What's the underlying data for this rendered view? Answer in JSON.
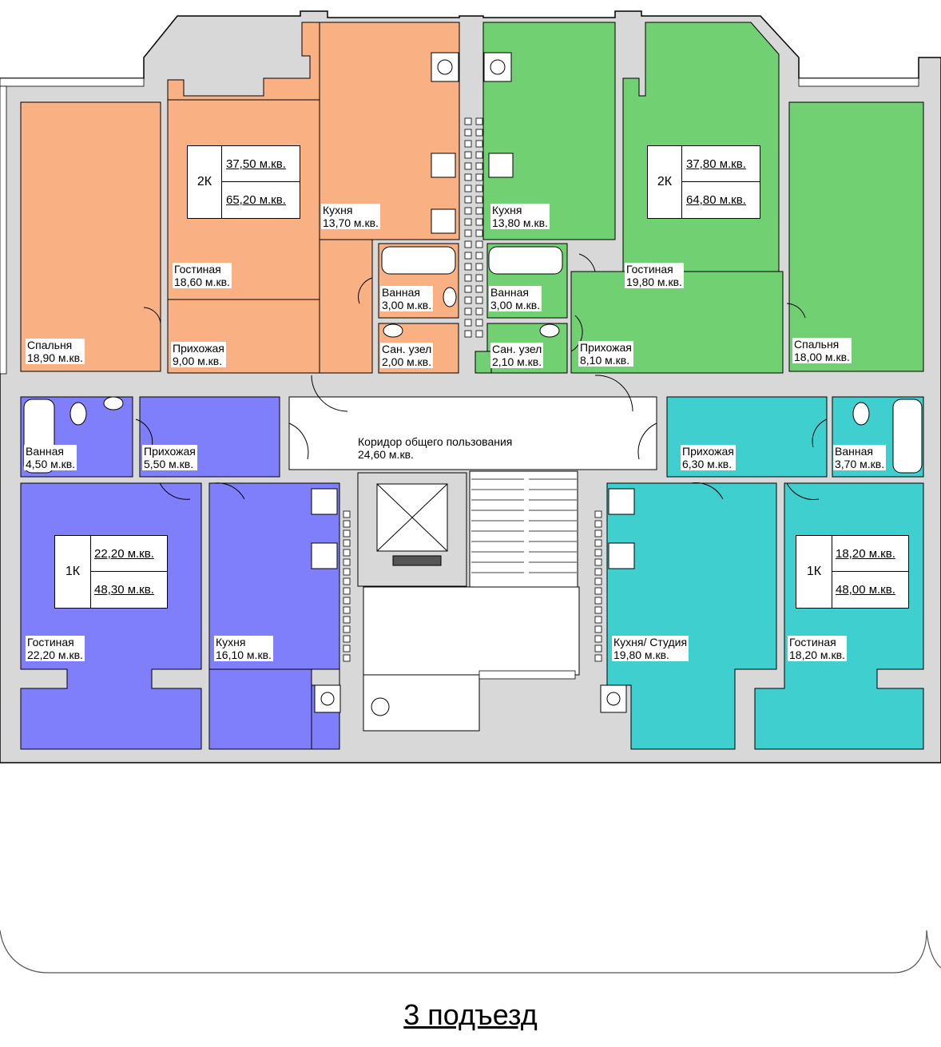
{
  "caption": "3 подъезд",
  "colors": {
    "orange": "#f9b183",
    "green": "#71d072",
    "blue": "#7f7ffb",
    "cyan": "#40cfcf",
    "wall": "#d8d8d8",
    "corridor": "#ffffff"
  },
  "apartments": {
    "apt2k_left": {
      "type": "2К",
      "living_area": "37,50 м.кв.",
      "total_area": "65,20 м.кв."
    },
    "apt2k_right": {
      "type": "2К",
      "living_area": "37,80 м.кв.",
      "total_area": "64,80 м.кв."
    },
    "apt1k_left": {
      "type": "1К",
      "living_area": "22,20 м.кв.",
      "total_area": "48,30 м.кв."
    },
    "apt1k_right": {
      "type": "1К",
      "living_area": "18,20 м.кв.",
      "total_area": "48,00 м.кв."
    }
  },
  "rooms": [
    {
      "name": "Спальня",
      "area": "18,90 м.кв."
    },
    {
      "name": "Гостиная",
      "area": "18,60 м.кв."
    },
    {
      "name": "Кухня",
      "area": "13,70 м.кв."
    },
    {
      "name": "Прихожая",
      "area": "9,00 м.кв."
    },
    {
      "name": "Ванная",
      "area": "3,00 м.кв."
    },
    {
      "name": "Сан. узел",
      "area": "2,00 м.кв."
    },
    {
      "name": "Кухня",
      "area": "13,80 м.кв."
    },
    {
      "name": "Ванная",
      "area": "3,00 м.кв."
    },
    {
      "name": "Сан. узел",
      "area": "2,10 м.кв."
    },
    {
      "name": "Прихожая",
      "area": "8,10 м.кв."
    },
    {
      "name": "Гостиная",
      "area": "19,80 м.кв."
    },
    {
      "name": "Спальня",
      "area": "18,00 м.кв."
    },
    {
      "name": "Ванная",
      "area": "4,50 м.кв."
    },
    {
      "name": "Прихожая",
      "area": "5,50 м.кв."
    },
    {
      "name": "Коридор общего пользования",
      "area": "24,60 м.кв."
    },
    {
      "name": "Прихожая",
      "area": "6,30 м.кв."
    },
    {
      "name": "Ванная",
      "area": "3,70 м.кв."
    },
    {
      "name": "Гостиная",
      "area": "22,20 м.кв."
    },
    {
      "name": "Кухня",
      "area": "16,10 м.кв."
    },
    {
      "name": "Кухня/ Студия",
      "area": "19,80 м.кв."
    },
    {
      "name": "Гостиная",
      "area": "18,20 м.кв."
    }
  ]
}
